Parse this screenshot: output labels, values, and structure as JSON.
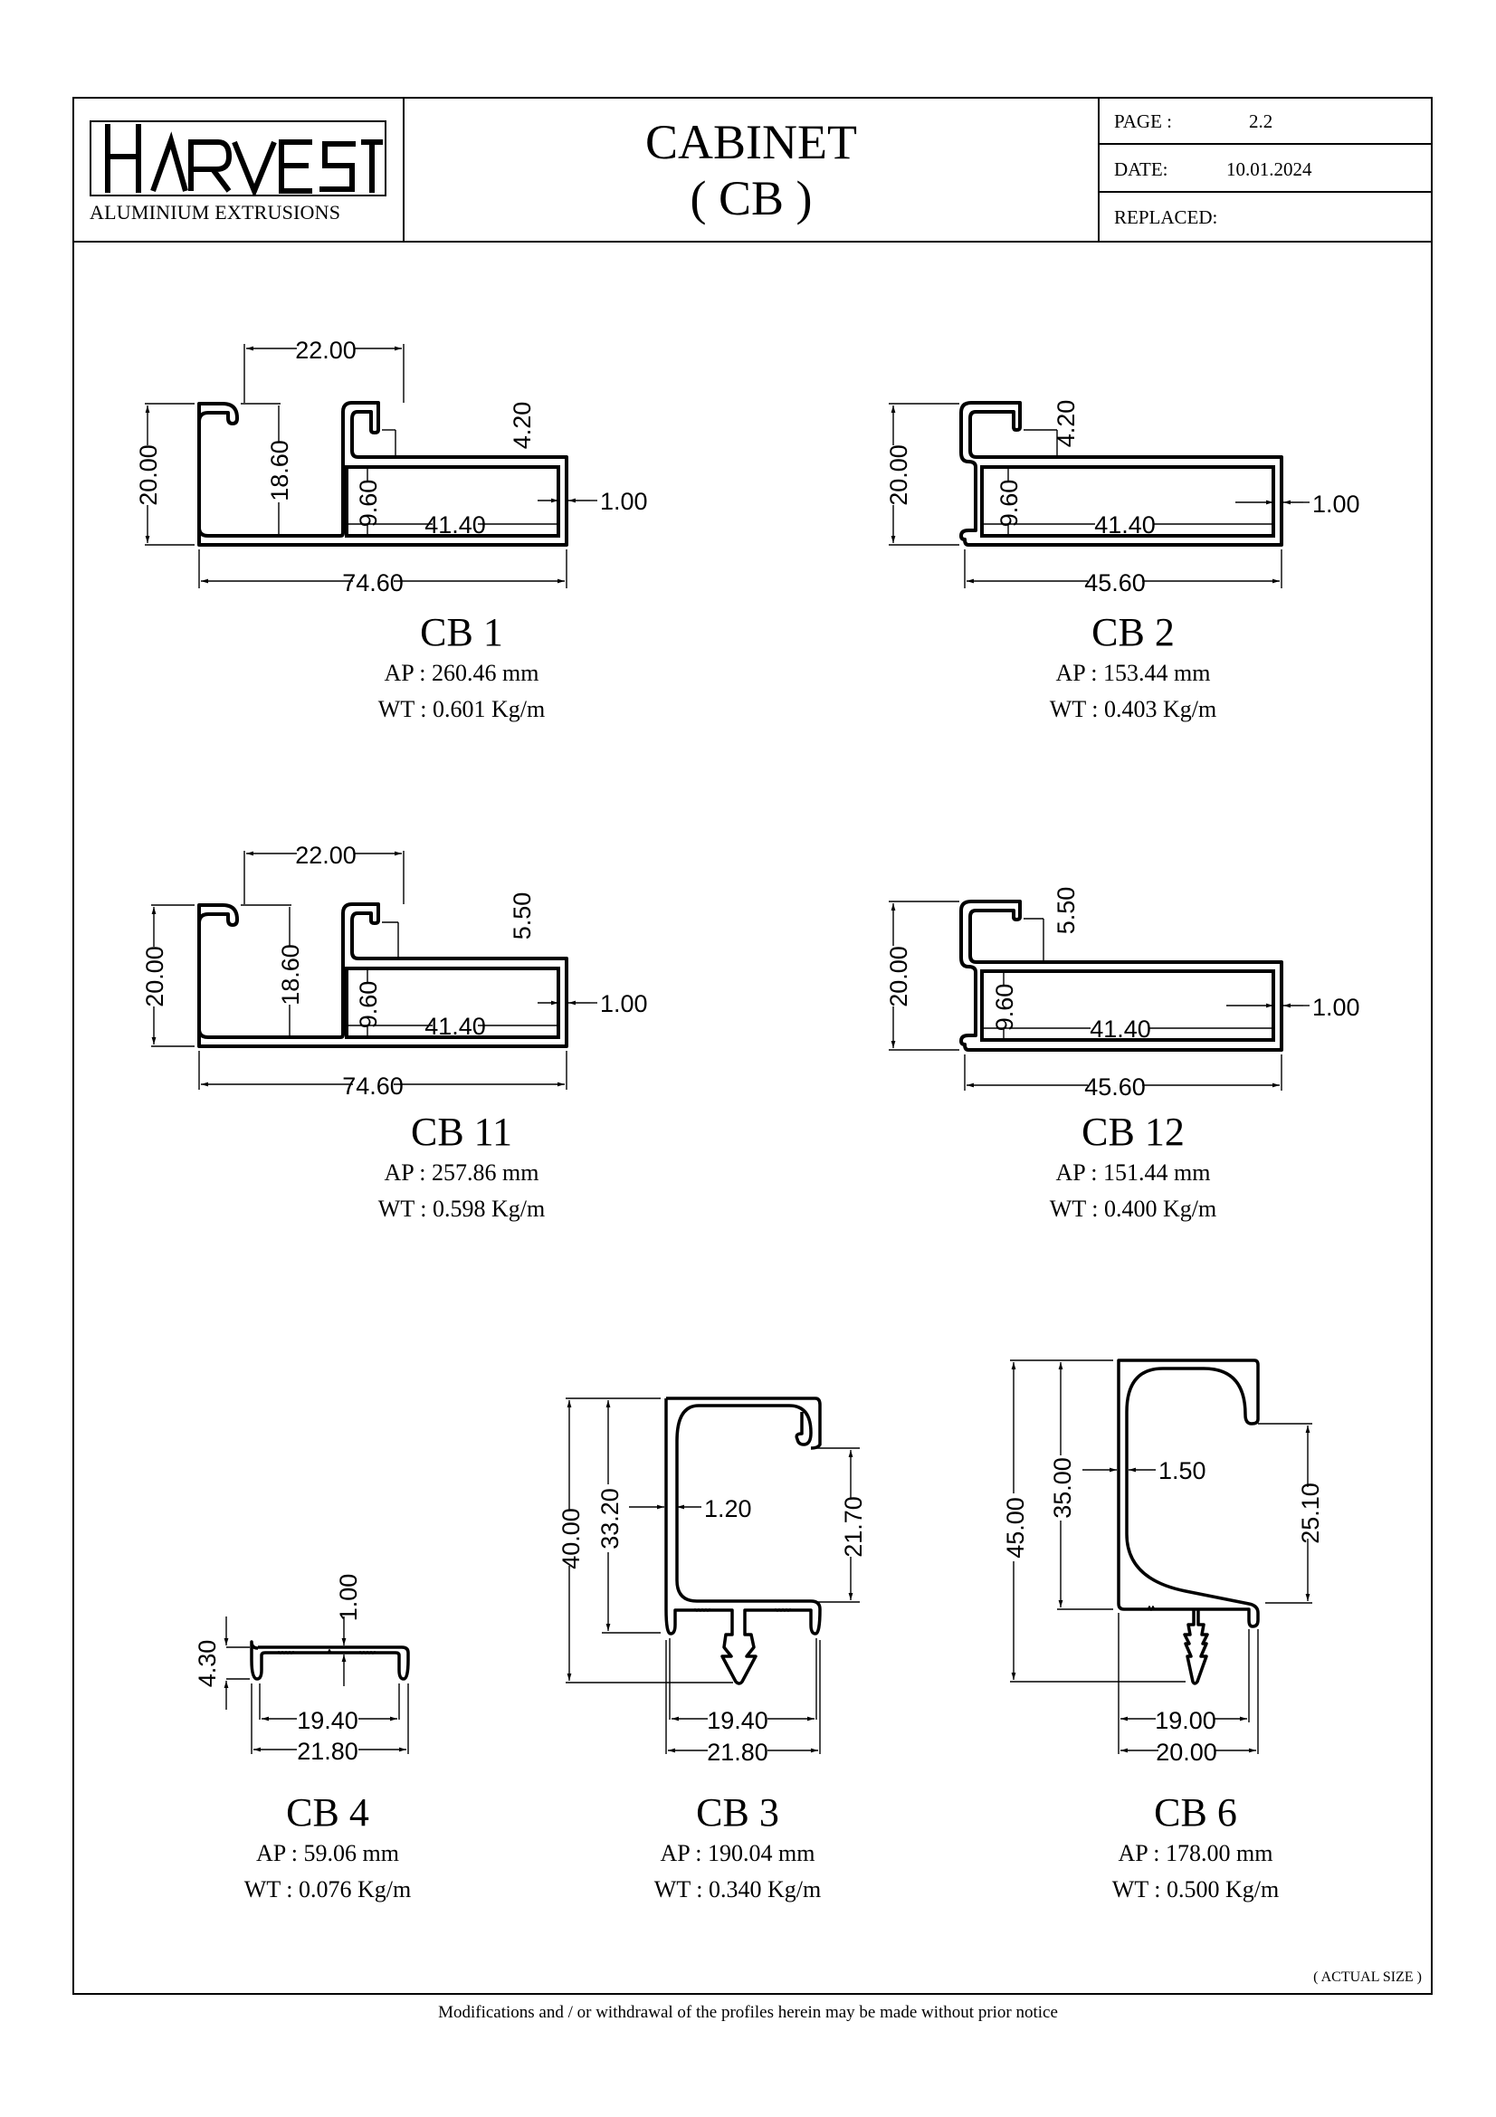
{
  "header": {
    "logo": {
      "brand": "HARVEST",
      "subtitle": "ALUMINIUM EXTRUSIONS"
    },
    "title": "CABINET",
    "subtitle": "( CB )",
    "meta": {
      "page_label": "PAGE :",
      "page_value": "2.2",
      "date_label": "DATE:",
      "date_value": "10.01.2024",
      "replaced_label": "REPLACED:",
      "replaced_value": ""
    }
  },
  "profiles": [
    {
      "id": "cb1",
      "name": "CB 1",
      "ap": "AP : 260.46 mm",
      "wt": "WT : 0.601 Kg/m",
      "dims": {
        "top_width": "22.00",
        "height": "20.00",
        "inner_height": "18.60",
        "lip": "4.20",
        "chamber_height": "9.60",
        "chamber_width": "41.40",
        "wall": "1.00",
        "overall_width": "74.60"
      }
    },
    {
      "id": "cb2",
      "name": "CB 2",
      "ap": "AP : 153.44 mm",
      "wt": "WT : 0.403 Kg/m",
      "dims": {
        "height": "20.00",
        "lip": "4.20",
        "chamber_height": "9.60",
        "chamber_width": "41.40",
        "wall": "1.00",
        "overall_width": "45.60"
      }
    },
    {
      "id": "cb11",
      "name": "CB 11",
      "ap": "AP : 257.86 mm",
      "wt": "WT : 0.598 Kg/m",
      "dims": {
        "top_width": "22.00",
        "height": "20.00",
        "inner_height": "18.60",
        "lip": "5.50",
        "chamber_height": "9.60",
        "chamber_width": "41.40",
        "wall": "1.00",
        "overall_width": "74.60"
      }
    },
    {
      "id": "cb12",
      "name": "CB 12",
      "ap": "AP : 151.44 mm",
      "wt": "WT : 0.400 Kg/m",
      "dims": {
        "height": "20.00",
        "lip": "5.50",
        "chamber_height": "9.60",
        "chamber_width": "41.40",
        "wall": "1.00",
        "overall_width": "45.60"
      }
    },
    {
      "id": "cb4",
      "name": "CB 4",
      "ap": "AP : 59.06 mm",
      "wt": "WT : 0.076 Kg/m",
      "dims": {
        "height": "4.30",
        "wall": "1.00",
        "inner_width": "19.40",
        "overall_width": "21.80"
      }
    },
    {
      "id": "cb3",
      "name": "CB 3",
      "ap": "AP : 190.04 mm",
      "wt": "WT : 0.340 Kg/m",
      "dims": {
        "overall_height": "40.00",
        "body_height": "33.20",
        "wall": "1.20",
        "opening": "21.70",
        "inner_width": "19.40",
        "overall_width": "21.80"
      }
    },
    {
      "id": "cb6",
      "name": "CB 6",
      "ap": "AP : 178.00 mm",
      "wt": "WT : 0.500 Kg/m",
      "dims": {
        "overall_height": "45.00",
        "body_height": "35.00",
        "wall": "1.50",
        "opening": "25.10",
        "inner_width": "19.00",
        "overall_width": "20.00"
      }
    }
  ],
  "footer": {
    "scale_note": "( ACTUAL SIZE )",
    "disclaimer": "Modifications and / or withdrawal of the profiles herein may be made without prior notice"
  }
}
